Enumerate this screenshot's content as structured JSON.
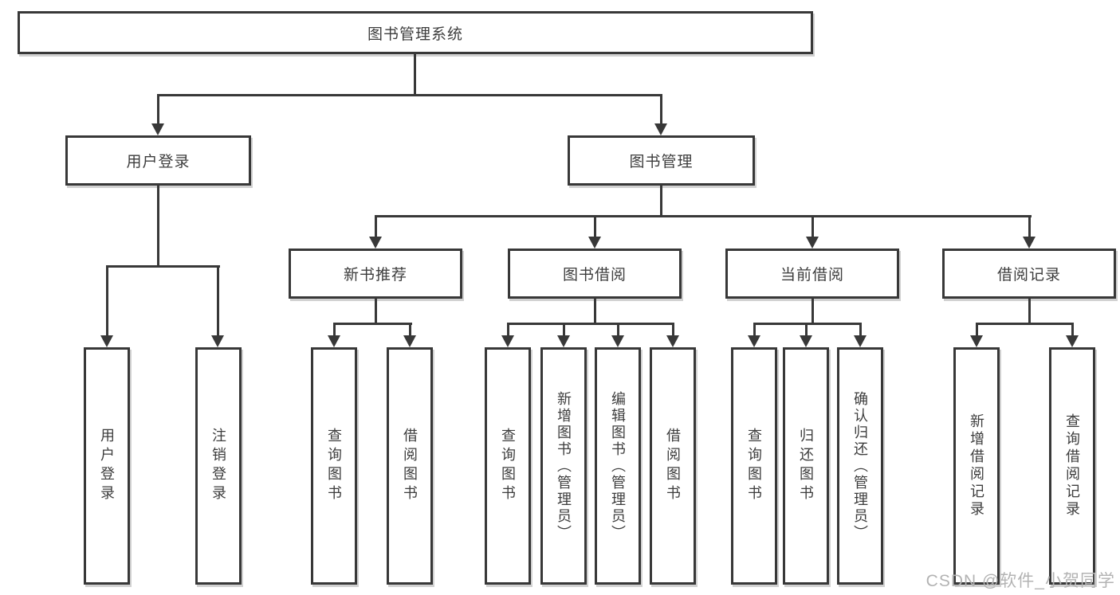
{
  "diagram": {
    "root": {
      "label": "图书管理系统"
    },
    "user_login": {
      "label": "用户登录",
      "children": [
        {
          "label": "用户登录"
        },
        {
          "label": "注销登录"
        }
      ]
    },
    "book_management": {
      "label": "图书管理",
      "children": [
        {
          "label": "新书推荐",
          "children": [
            {
              "label": "查询图书"
            },
            {
              "label": "借阅图书"
            }
          ]
        },
        {
          "label": "图书借阅",
          "children": [
            {
              "label": "查询图书"
            },
            {
              "label": "新增图书（管理员）"
            },
            {
              "label": "编辑图书（管理员）"
            },
            {
              "label": "借阅图书"
            }
          ]
        },
        {
          "label": "当前借阅",
          "children": [
            {
              "label": "查询图书"
            },
            {
              "label": "归还图书"
            },
            {
              "label": "确认归还（管理员）"
            }
          ]
        },
        {
          "label": "借阅记录",
          "children": [
            {
              "label": "新增借阅记录"
            },
            {
              "label": "查询借阅记录"
            }
          ]
        }
      ]
    }
  },
  "watermark": {
    "text": "CSDN @软件_小贺同学"
  },
  "colors": {
    "line": "#383838",
    "box_border": "#383838",
    "text": "#3d3d3d",
    "background": "#ffffff",
    "watermark": "#b3b3b3"
  }
}
